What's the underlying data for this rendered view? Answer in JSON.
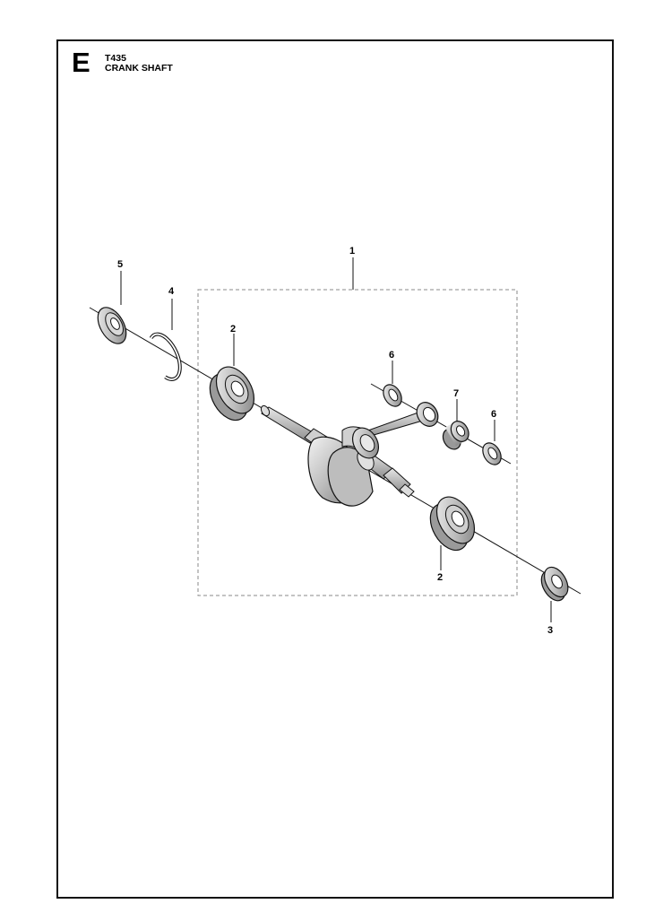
{
  "header": {
    "section_letter": "E",
    "model": "T435",
    "title": "CRANK SHAFT"
  },
  "callouts": [
    {
      "id": "c1",
      "label": "1"
    },
    {
      "id": "c2a",
      "label": "2"
    },
    {
      "id": "c2b",
      "label": "2"
    },
    {
      "id": "c3",
      "label": "3"
    },
    {
      "id": "c4",
      "label": "4"
    },
    {
      "id": "c5",
      "label": "5"
    },
    {
      "id": "c6a",
      "label": "6"
    },
    {
      "id": "c6b",
      "label": "6"
    },
    {
      "id": "c7",
      "label": "7"
    }
  ]
}
